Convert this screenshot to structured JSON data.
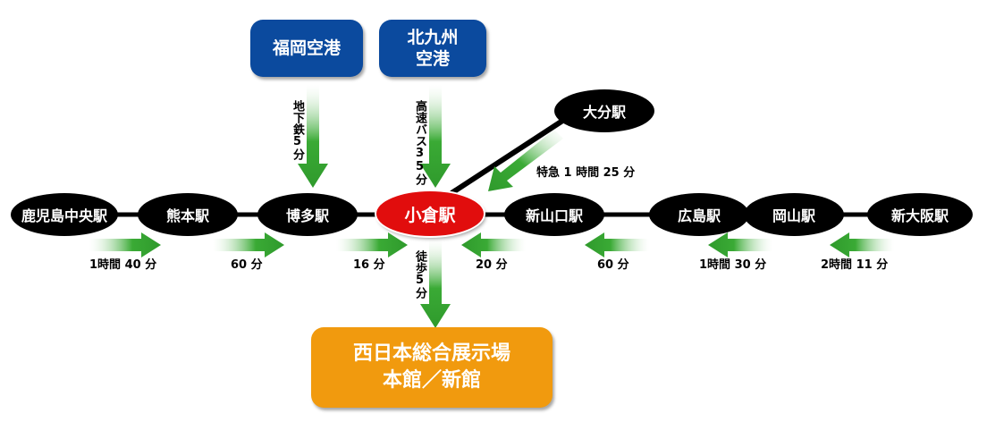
{
  "airports": {
    "fukuoka": "福岡空港",
    "kitakyushu": "北九州\n空港"
  },
  "stations": {
    "kagoshima": "鹿児島中央駅",
    "kumamoto": "熊本駅",
    "hakata": "博多駅",
    "kokura": "小倉駅",
    "shinyamaguchi": "新山口駅",
    "hiroshima": "広島駅",
    "okayama": "岡山駅",
    "shinosaka": "新大阪駅",
    "oita": "大分駅"
  },
  "times": {
    "kagoshima_kumamoto": "1時間 40 分",
    "kumamoto_hakata": "60 分",
    "hakata_kokura": "16 分",
    "shinyamaguchi_kokura": "20 分",
    "hiroshima_shinyamaguchi": "60 分",
    "okayama_hiroshima": "1時間 30 分",
    "shinosaka_okayama": "2時間 11 分",
    "oita_kokura": "特急 1 時間 25 分"
  },
  "access": {
    "fukuoka_airport": "地下鉄5分",
    "kitakyushu_airport": "高速バス35分",
    "walk_to_venue": "徒歩5分"
  },
  "venue": {
    "name": "西日本総合展示場\n本館／新館"
  },
  "colors": {
    "airport": "#0b4a9e",
    "venue": "#f19a0e",
    "station": "#000000",
    "main_station": "#e10d0d",
    "arrow": "#3aaa35"
  }
}
